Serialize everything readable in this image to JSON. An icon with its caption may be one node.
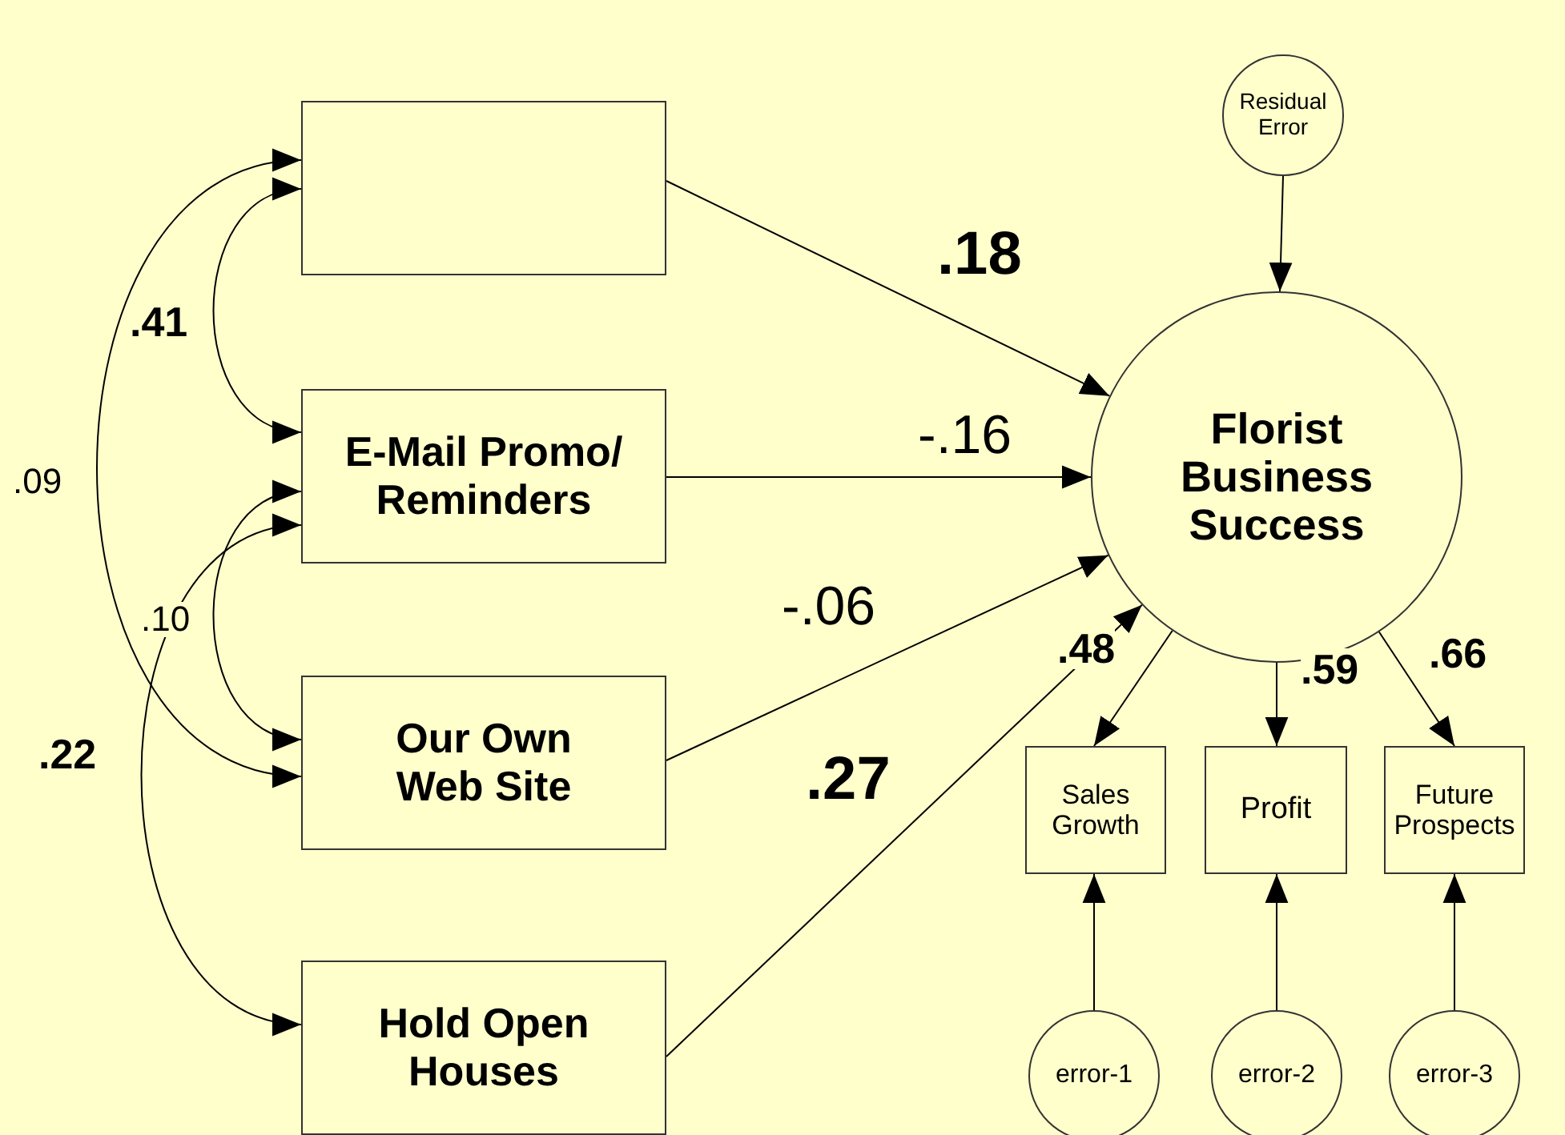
{
  "diagram": {
    "nodes": [
      {
        "text": [],
        "shape": "box"
      },
      {
        "text": [
          "E-Mail Promo/ Reminders"
        ]
      },
      {
        "text": [
          "Our Own Web Site"
        ]
      },
      {
        "text": [
          "Hold Open Houses"
        ]
      },
      {
        "text": [
          "Residual Error"
        ]
      },
      {
        "text": [
          "Florist Business Success"
        ]
      },
      {
        "text": [
          "Sales Growth"
        ]
      },
      {
        "text": [
          "Profit"
        ]
      },
      {
        "text": [
          "Future Prospects"
        ]
      },
      {
        "text": [
          "error-1"
        ]
      },
      {
        "text": [
          "error-2"
        ]
      },
      {
        "text": [
          "error-3"
        ]
      }
    ],
    "edges": [
      {
        "from": 0,
        "to": 5,
        "arrow": "to",
        "label": ".18"
      },
      {
        "from": 1,
        "to": 5,
        "arrow": "to",
        "label": "-.16"
      },
      {
        "from": 2,
        "to": 5,
        "arrow": "to",
        "label": "-.06"
      },
      {
        "from": 3,
        "to": 5,
        "arrow": "to",
        "label": ".27"
      },
      {
        "from": 4,
        "to": 5,
        "arrow": "to"
      },
      {
        "from": 5,
        "to": 6,
        "arrow": "to",
        "label": ".48"
      },
      {
        "from": 5,
        "to": 7,
        "arrow": "to",
        "label": ".59"
      },
      {
        "from": 5,
        "to": 8,
        "arrow": "to",
        "label": ".66"
      },
      {
        "from": 9,
        "to": 6,
        "arrow": "to"
      },
      {
        "from": 10,
        "to": 7,
        "arrow": "to"
      },
      {
        "from": 11,
        "to": 8,
        "arrow": "to"
      },
      {
        "from": 0,
        "to": 1,
        "arrow": "both",
        "label": ".41"
      },
      {
        "from": 0,
        "to": 2,
        "arrow": "both",
        "label": ".09"
      },
      {
        "from": 1,
        "to": 2,
        "arrow": "both",
        "label": ".10"
      },
      {
        "from": 1,
        "to": 3,
        "arrow": "both",
        "label": ".22"
      }
    ]
  }
}
